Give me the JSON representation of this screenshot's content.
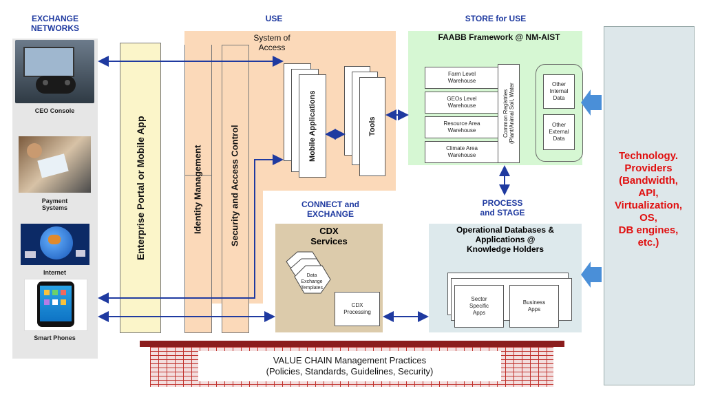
{
  "headers": {
    "exchange_networks": "EXCHANGE\nNETWORKS",
    "use": "USE",
    "store_for_use": "STORE for USE",
    "connect_exchange": "CONNECT and\nEXCHANGE",
    "process_stage": "PROCESS\nand STAGE"
  },
  "exchange_devices": [
    {
      "label": "CEO Console",
      "icon": "game-controller-icon"
    },
    {
      "label": "Payment\nSystems",
      "icon": "payment-terminal-icon"
    },
    {
      "label": "Internet",
      "icon": "globe-icon"
    },
    {
      "label": "Smart Phones",
      "icon": "smartphone-icon"
    }
  ],
  "portal": "Enterprise Portal or Mobile App",
  "system_of_access": "System of\nAccess",
  "identity_management": "Identity Management",
  "security_access": "Security and Access Control",
  "mobile_apps": "Mobile Applications",
  "tools": "Tools",
  "faabb": {
    "title": "FAABB  Framework @ NM-AIST",
    "warehouses": [
      "Farm Level\nWarehouse",
      "GEOs Level\nWarehouse",
      "Resource Area\nWarehouse",
      "Climate  Area\nWarehouse"
    ],
    "common_registries": "Common Registries\n(Plant/Animal Soil, Water",
    "other_internal": "Other\nInternal\nData",
    "other_external": "Other\nExternal\nData"
  },
  "cdx": {
    "title": "CDX\nServices",
    "templates": "Data\nExchange\nTemplates",
    "processing": "CDX\nProcessing"
  },
  "operational": {
    "title": "Operational Databases &\nApplications @\nKnowledge Holders",
    "sector_apps": "Sector\nSpecific\nApps",
    "business_apps": "Business\nApps"
  },
  "tech_providers": "Technology.\nProviders\n(Bandwidth,\nAPI,\nVirtualization,\nOS,\nDB engines,\netc.)",
  "value_chain": "VALUE CHAIN Management Practices\n(Policies, Standards, Guidelines, Security)",
  "colors": {
    "use_bg": "#fbd9b9",
    "store_bg": "#d6f7d3",
    "cdx_bg": "#dccbab",
    "operational_bg": "#dde9ec",
    "tech_bg": "#dde7ea",
    "portal_bg": "#fbf5c9",
    "arrow_blue": "#1f3aa0",
    "accent_red": "#e01010",
    "brick": "#c0302b"
  }
}
